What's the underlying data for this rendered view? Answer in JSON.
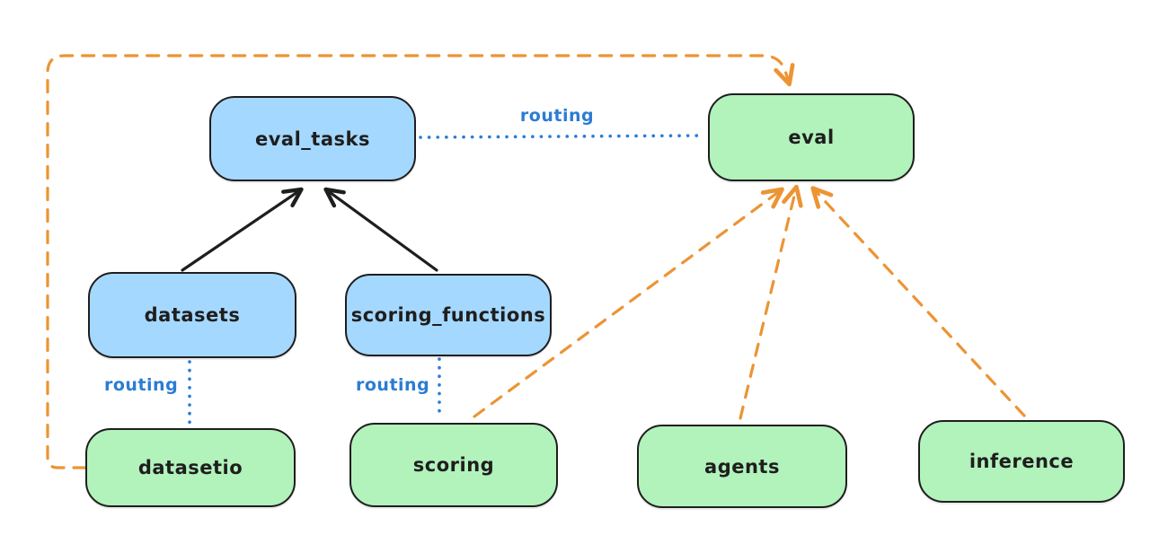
{
  "diagram": {
    "nodes": {
      "eval_tasks": {
        "label": "eval_tasks",
        "fill": "#a5d8ff"
      },
      "eval": {
        "label": "eval",
        "fill": "#b2f2bb"
      },
      "datasets": {
        "label": "datasets",
        "fill": "#a5d8ff"
      },
      "scoring_functions": {
        "label": "scoring_functions",
        "fill": "#a5d8ff"
      },
      "datasetio": {
        "label": "datasetio",
        "fill": "#b2f2bb"
      },
      "scoring": {
        "label": "scoring",
        "fill": "#b2f2bb"
      },
      "agents": {
        "label": "agents",
        "fill": "#b2f2bb"
      },
      "inference": {
        "label": "inference",
        "fill": "#b2f2bb"
      }
    },
    "edge_labels": {
      "routing_top": "routing",
      "routing_datasets": "routing",
      "routing_scoring": "routing"
    },
    "edges": [
      {
        "from": "datasets",
        "to": "eval_tasks",
        "style": "solid",
        "color": "#1e1e1e"
      },
      {
        "from": "scoring_functions",
        "to": "eval_tasks",
        "style": "solid",
        "color": "#1e1e1e"
      },
      {
        "from": "eval_tasks",
        "to": "eval",
        "style": "dotted",
        "color": "#2b7cd3",
        "label": "routing"
      },
      {
        "from": "datasets",
        "to": "datasetio",
        "style": "dotted",
        "color": "#2b7cd3",
        "label": "routing"
      },
      {
        "from": "scoring_functions",
        "to": "scoring",
        "style": "dotted",
        "color": "#2b7cd3",
        "label": "routing"
      },
      {
        "from": "datasetio",
        "to": "eval",
        "style": "dashed",
        "color": "#ec9434"
      },
      {
        "from": "scoring",
        "to": "eval",
        "style": "dashed",
        "color": "#ec9434"
      },
      {
        "from": "agents",
        "to": "eval",
        "style": "dashed",
        "color": "#ec9434"
      },
      {
        "from": "inference",
        "to": "eval",
        "style": "dashed",
        "color": "#ec9434"
      }
    ],
    "colors": {
      "blue_node_fill": "#a5d8ff",
      "green_node_fill": "#b2f2bb",
      "node_stroke": "#1e1e1e",
      "routing_blue": "#2b7cd3",
      "dashed_orange": "#ec9434",
      "background": "#ffffff"
    }
  }
}
